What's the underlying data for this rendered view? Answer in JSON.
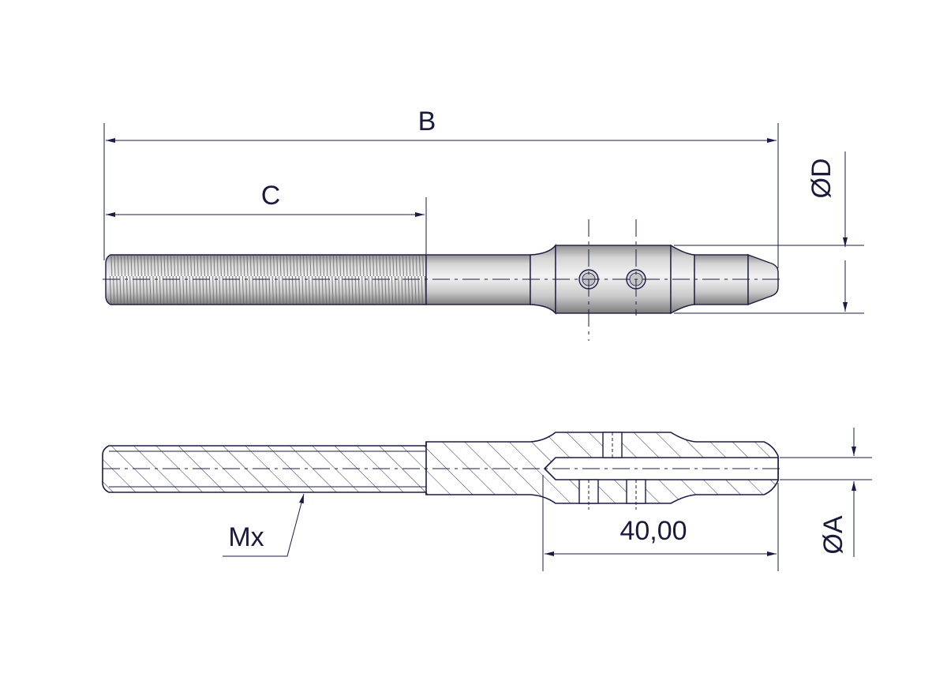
{
  "dimensions": {
    "B": "B",
    "C": "C",
    "D": "ØD",
    "A": "ØA",
    "length": "40,00",
    "thread": "Mx"
  },
  "colors": {
    "line": "#1b1b45",
    "text": "#1a1a3c",
    "metal_light": "#e6e6e6",
    "metal_dark": "#8a8a8a"
  }
}
